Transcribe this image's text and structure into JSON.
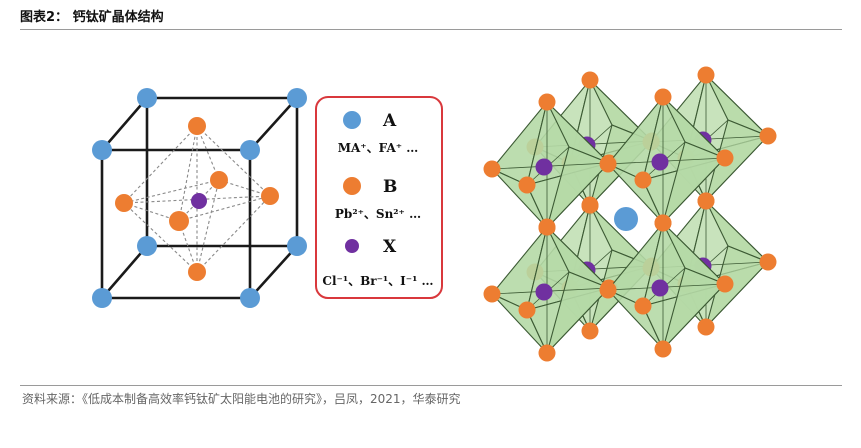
{
  "figure": {
    "header": "图表2：  钙钛矿晶体结构",
    "source": "资料来源：《低成本制备高效率钙钛矿太阳能电池的研究》，吕凤，2021，华泰研究"
  },
  "legend": {
    "a_label": "A",
    "a_ions": "MA⁺、FA⁺ …",
    "b_label": "B",
    "b_ions": "Pb²⁺、Sn²⁺ …",
    "x_label": "X",
    "x_ions": "Cl⁻¹、Br⁻¹、I⁻¹ …"
  },
  "colors": {
    "site_a": "#5b9bd5",
    "site_b": "#ed7d31",
    "site_x": "#7030a0",
    "octahedron_fill": "#b5d9a6",
    "legend_border": "#d9383c"
  }
}
